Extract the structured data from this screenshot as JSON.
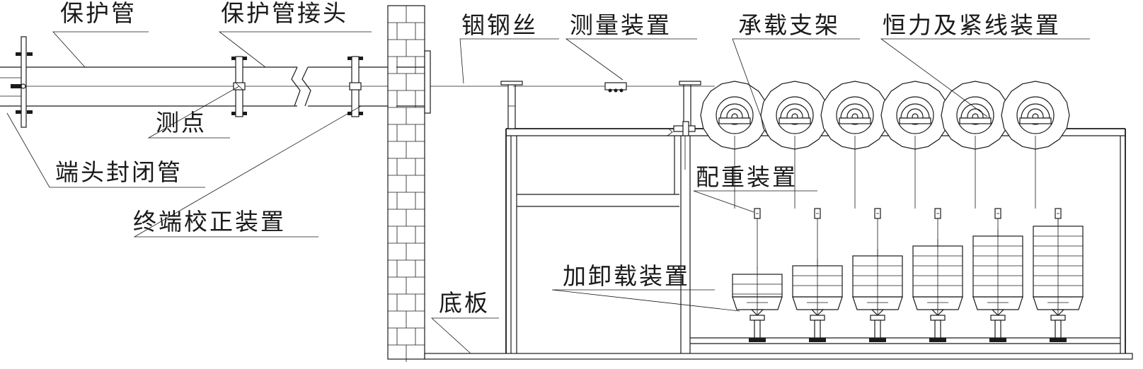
{
  "labels": {
    "protective_pipe": "保护管",
    "pipe_joint": "保护管接头",
    "steel_wire": "铟钢丝",
    "measuring_device": "测量装置",
    "support_bracket": "承载支架",
    "constant_force_device": "恒力及紧线装置",
    "measuring_point": "测点",
    "end_cap_pipe": "端头封闭管",
    "end_correction_device": "终端校正装置",
    "counterweight_device": "配重装置",
    "loading_device": "加卸载装置",
    "base_plate": "底板"
  }
}
